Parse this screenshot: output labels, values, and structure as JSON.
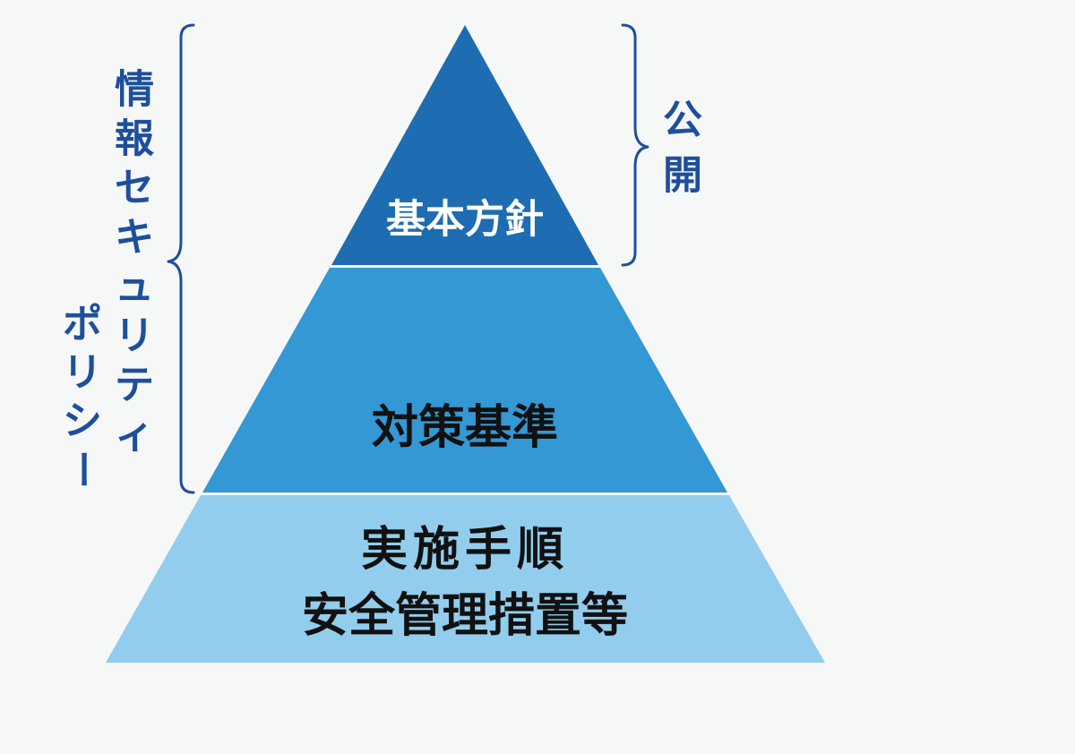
{
  "pyramid": {
    "tiers": [
      {
        "label_lines": [
          "基本方針"
        ],
        "color": "#1e6cb1",
        "text_color": "#ffffff"
      },
      {
        "label_lines": [
          "対策基準"
        ],
        "color": "#3398d3",
        "text_color": "#111111"
      },
      {
        "label_lines": [
          "実施手順",
          "安全管理措置等"
        ],
        "color": "#92cdee",
        "text_color": "#111111"
      }
    ]
  },
  "left_bracket": {
    "label_columns": [
      "情報セキュリティ",
      "ポリシー"
    ],
    "color": "#1e4f9c"
  },
  "right_bracket": {
    "label": "公開",
    "color": "#1e4f9c"
  },
  "colors": {
    "background": "#f6f7f7",
    "separator": "#ffffff"
  }
}
